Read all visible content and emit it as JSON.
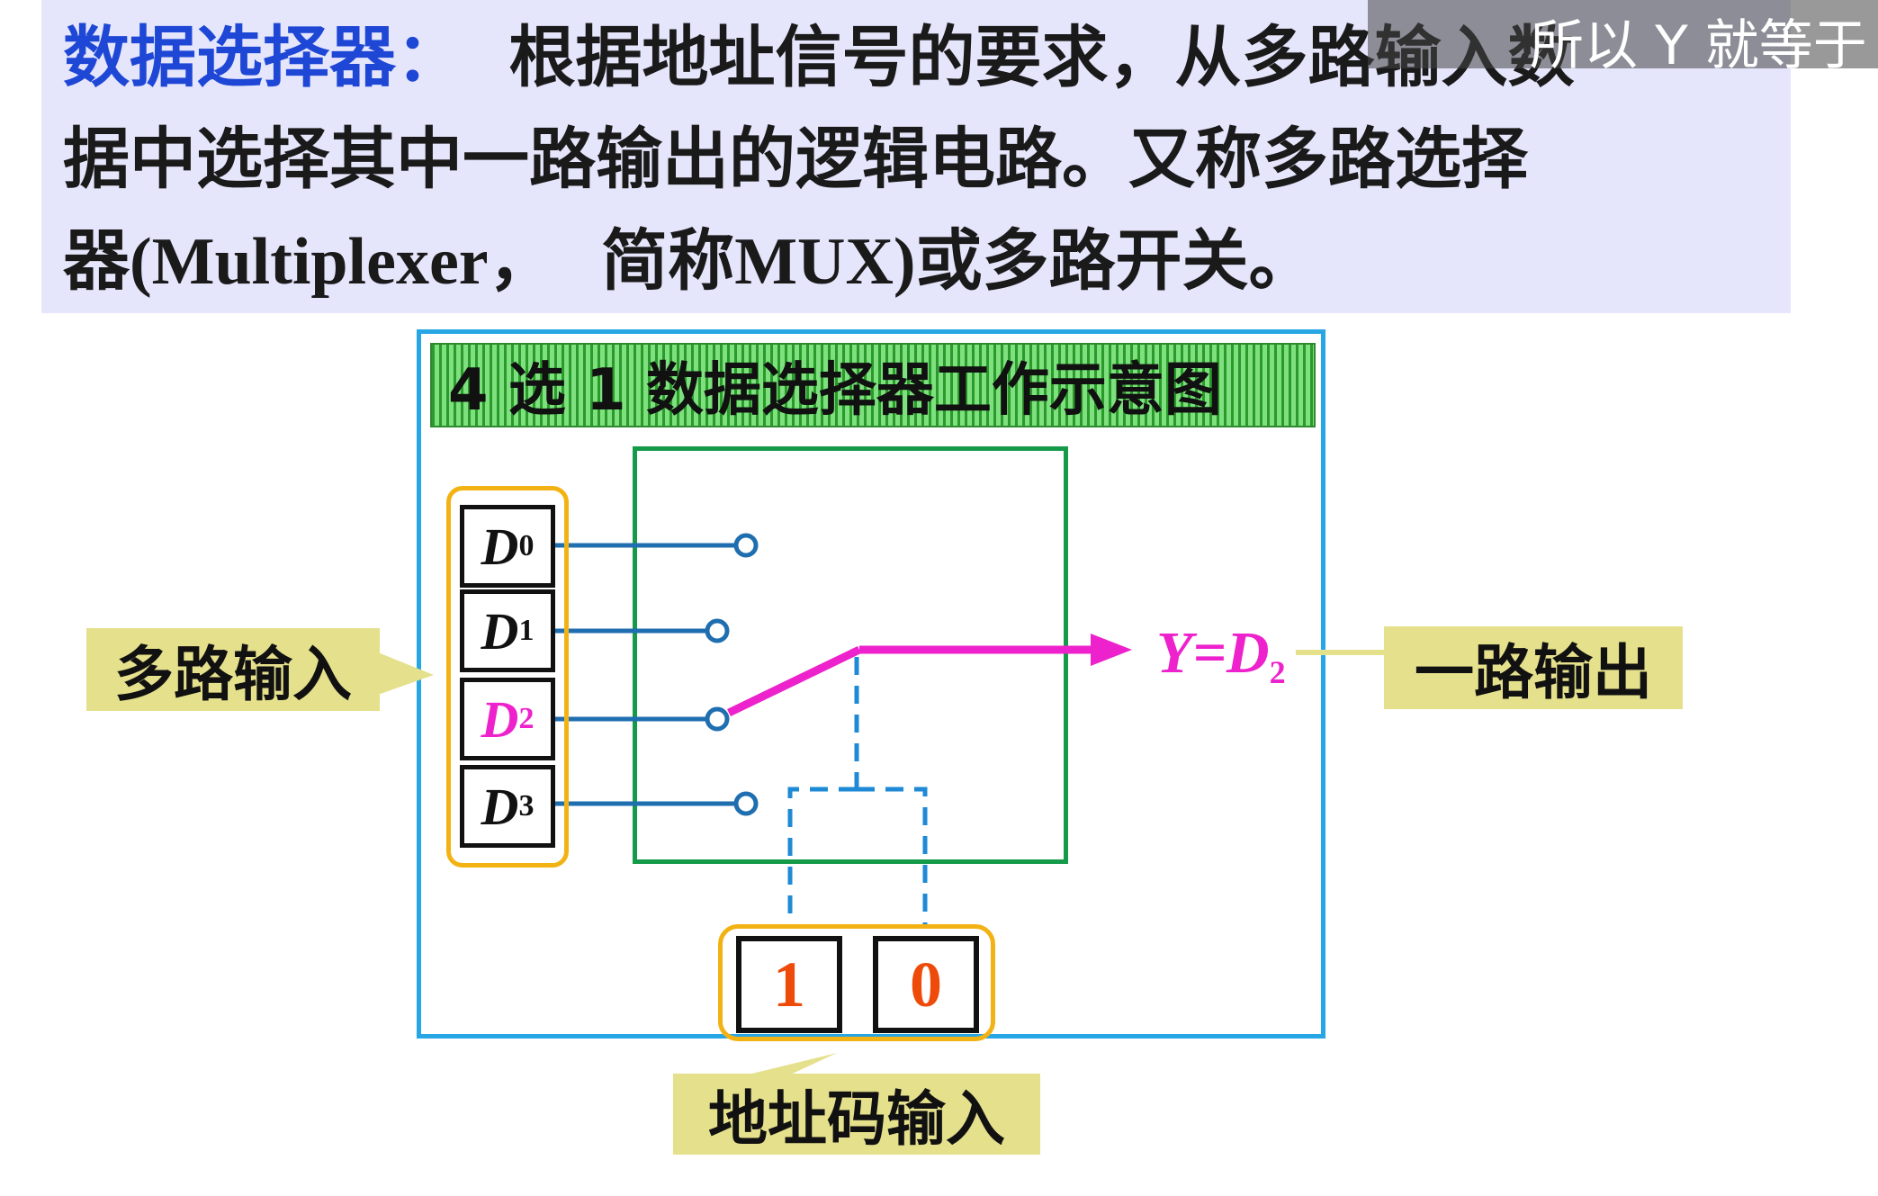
{
  "paragraph": {
    "term": "数据选择器：",
    "line1_rest": "  根据地址信号的要求，从多路输入数",
    "line2": "据中选择其中一路输出的逻辑电路。又称多路选择",
    "line3_a": "器",
    "line3_en1": "(Multiplexer",
    "line3_b": "，  简称",
    "line3_en2": "MUX)",
    "line3_c": "或多路开关。"
  },
  "subtitle": "所以 Y 就等于",
  "diagram": {
    "title": "4 选 1 数据选择器工作示意图",
    "inputs": [
      {
        "base": "D",
        "sub": "0"
      },
      {
        "base": "D",
        "sub": "1"
      },
      {
        "base": "D",
        "sub": "2"
      },
      {
        "base": "D",
        "sub": "3"
      }
    ],
    "selected_index": 2,
    "address_bits": [
      "1",
      "0"
    ],
    "output": {
      "base": "Y=D",
      "sub": "2"
    },
    "callouts": {
      "inputs": "多路输入",
      "output": "一路输出",
      "address": "地址码输入"
    }
  },
  "colors": {
    "term": "#1e47d6",
    "panel_bg": "#e5e5fb",
    "frame": "#27a6e6",
    "switch_box": "#159a4a",
    "highlight": "#ee22cc",
    "group_border": "#f3b214",
    "callout_bg": "#e5e08c",
    "address_digit": "#ee4a0a",
    "wire": "#1f6fb0"
  }
}
